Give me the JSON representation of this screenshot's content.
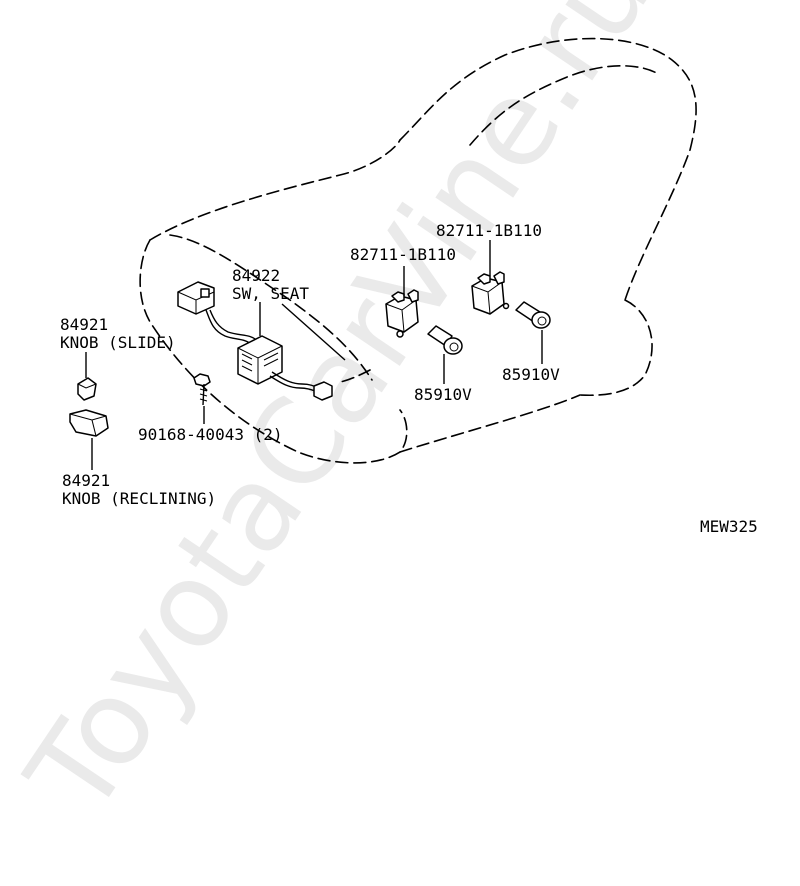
{
  "watermark": "ToyotaCarVine.ru",
  "diagram_code": "MEW325",
  "parts": {
    "knob_slide": {
      "number": "84921",
      "name": "KNOB (SLIDE)"
    },
    "knob_reclining": {
      "number": "84921",
      "name": "KNOB (RECLINING)"
    },
    "switch_seat": {
      "number": "84922",
      "name": "SW, SEAT"
    },
    "screw": {
      "number": "90168-40043 (2)"
    },
    "socket_left": {
      "number": "82711-1B110"
    },
    "socket_right": {
      "number": "82711-1B110"
    },
    "bulb_left": {
      "number": "85910V"
    },
    "bulb_right": {
      "number": "85910V"
    }
  }
}
